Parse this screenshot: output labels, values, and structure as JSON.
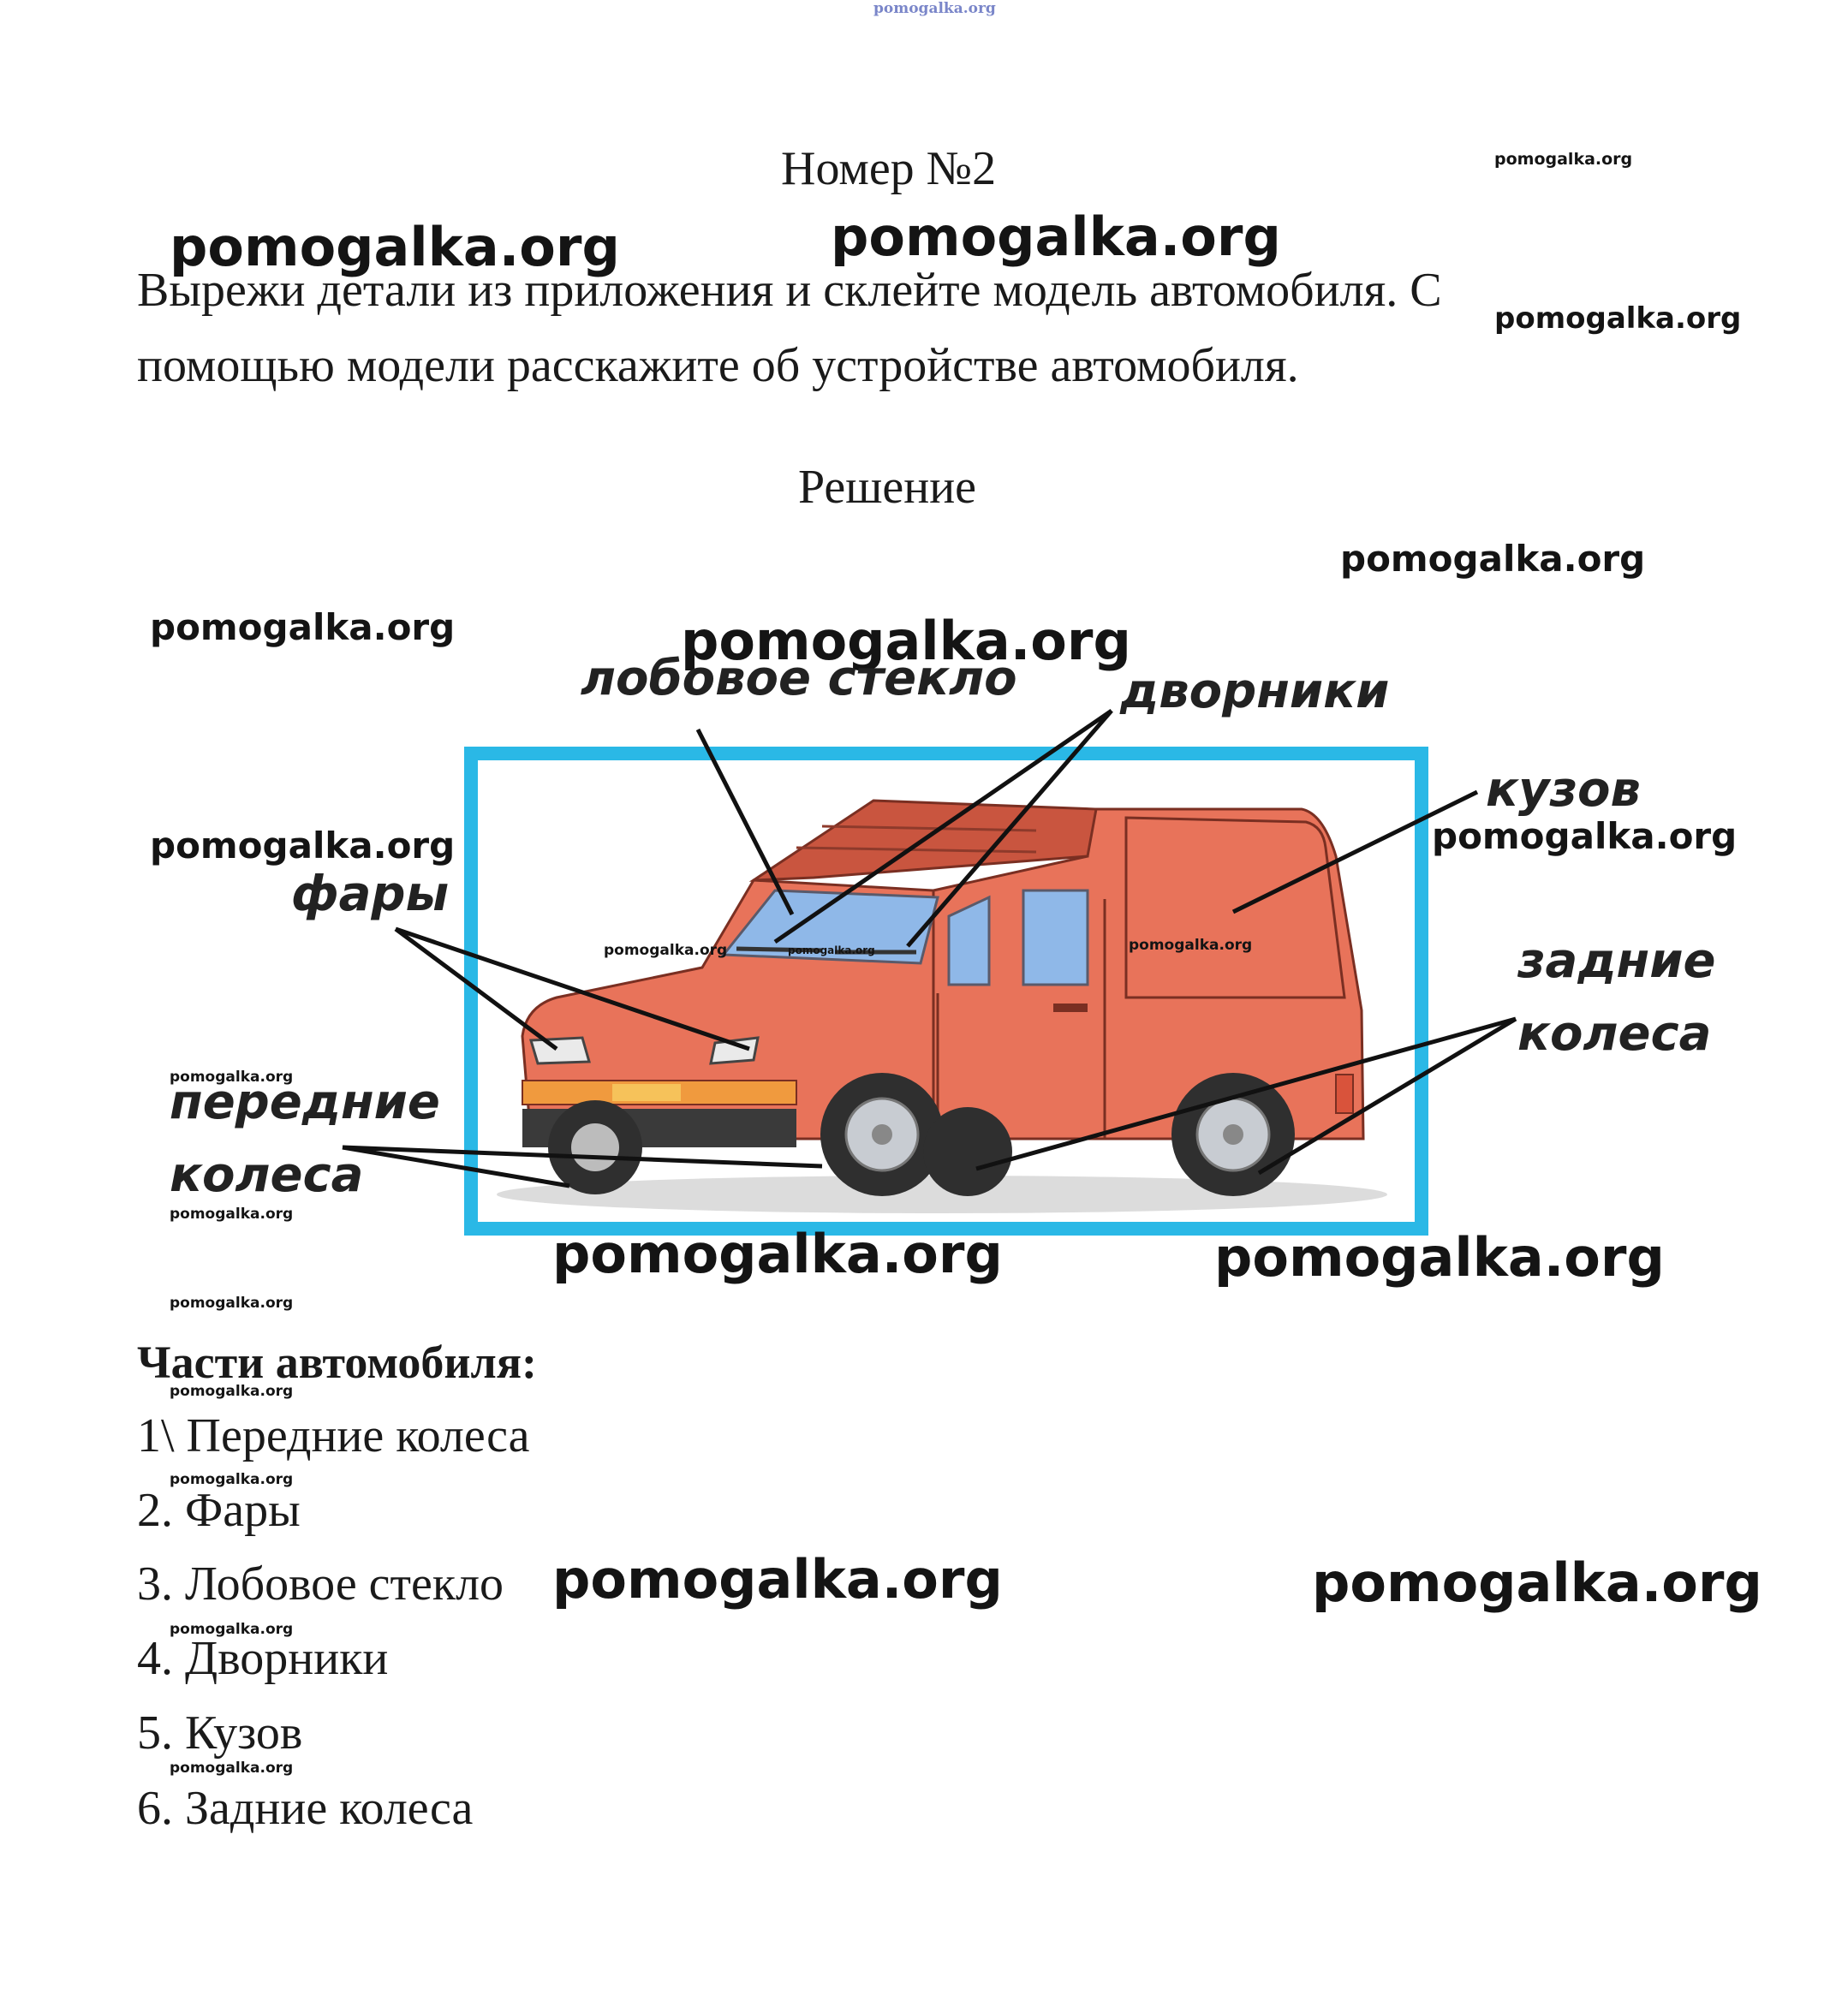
{
  "watermark": "pomogalka.org",
  "header": {
    "title": "Номер №2"
  },
  "task": {
    "text": "Вырежи детали из приложения и склейте модель автомобиля. С помощью модели расскажите об устройстве автомобиля."
  },
  "solution": {
    "heading": "Решение"
  },
  "figure": {
    "labels": {
      "windshield": "лобовое стекло",
      "wipers": "дворники",
      "body": "кузов",
      "headlights": "фары",
      "rear_wheels_1": "задние",
      "rear_wheels_2": "колеса",
      "front_wheels_1": "передние",
      "front_wheels_2": "колеса"
    },
    "colors": {
      "frame": "#2ab8e6",
      "car_body": "#e8735a",
      "car_roof": "#c9553f",
      "glass": "#8fb8e8"
    }
  },
  "parts": {
    "heading": "Части автомобиля:",
    "items": [
      "1\\ Передние колеса",
      "2. Фары",
      "3. Лобовое стекло",
      "4. Дворники",
      "5. Кузов",
      "6. Задние колеса"
    ]
  }
}
